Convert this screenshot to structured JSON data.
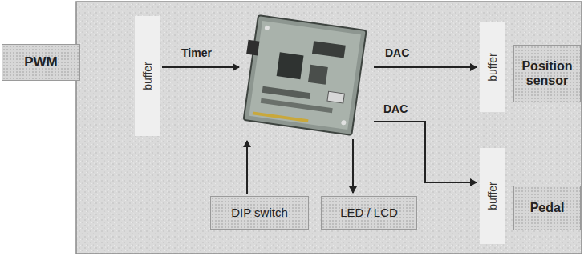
{
  "diagram": {
    "nodes": [
      {
        "text": [
          "PWM"
        ]
      },
      {
        "text": [
          "buffer"
        ]
      },
      {
        "text": [
          "buffer"
        ]
      },
      {
        "text": [
          "Position sensor"
        ]
      },
      {
        "text": [
          "buffer"
        ]
      },
      {
        "text": [
          "Pedal"
        ]
      },
      {
        "text": [
          "DIP switch"
        ]
      },
      {
        "text": [
          "LED / LCD"
        ]
      }
    ],
    "labels": [
      "Timer",
      "DAC",
      "DAC"
    ]
  }
}
